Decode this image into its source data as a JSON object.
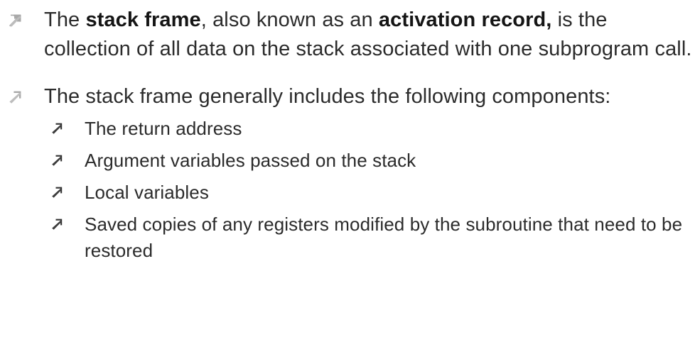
{
  "slide": {
    "background_color": "#ffffff",
    "body_text_color": "#2b2b2b",
    "bold_text_color": "#151515",
    "level1_bullet_color": "#a9a9a9",
    "level2_bullet_color": "#333333",
    "bullet_icon_name": "arrow-up-right-icon",
    "bullets": [
      {
        "id": "stack-frame-definition",
        "segments": [
          {
            "text": "The ",
            "bold": false
          },
          {
            "text": "stack frame",
            "bold": true
          },
          {
            "text": ", also known as an ",
            "bold": false
          },
          {
            "text": "activation record,",
            "bold": true
          },
          {
            "text": " is the collection of all data on the stack associated with one subprogram call.",
            "bold": false
          }
        ],
        "plain": "The stack frame, also known as an activation record, is the collection of all data on the stack associated with one subprogram call.",
        "sub_items": []
      },
      {
        "id": "stack-frame-components",
        "segments": [
          {
            "text": "The stack frame generally includes the following components:",
            "bold": false
          }
        ],
        "plain": "The stack frame generally includes the following components:",
        "sub_items": [
          {
            "id": "return-address",
            "text": "The return address"
          },
          {
            "id": "argument-variables",
            "text": "Argument variables passed on the stack"
          },
          {
            "id": "local-variables",
            "text": "Local variables"
          },
          {
            "id": "saved-registers",
            "text": "Saved copies of any registers modified by the subroutine that need to be restored"
          }
        ]
      }
    ]
  }
}
